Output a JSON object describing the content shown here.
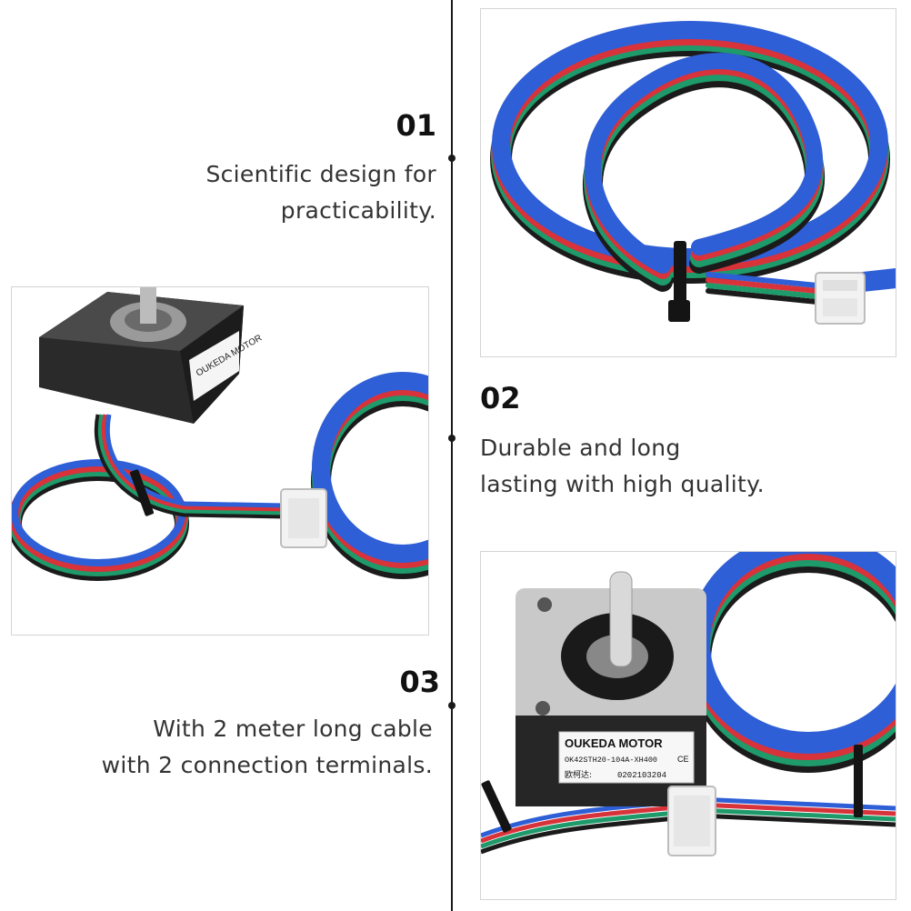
{
  "features": [
    {
      "number": "01",
      "text_line1": "Scientific design for",
      "text_line2": "practicability."
    },
    {
      "number": "02",
      "text_line1": "Durable and long",
      "text_line2": "lasting with high quality."
    },
    {
      "number": "03",
      "text_line1": "With 2 meter long cable",
      "text_line2": "with 2 connection terminals."
    }
  ],
  "motor_label": {
    "brand": "OUKEDA MOTOR",
    "model": "OK42STH20-104A-XH400",
    "ce_mark": "CE",
    "serial_prefix": "欧柯达:",
    "serial": "0202103204"
  },
  "colors": {
    "timeline": "#1a1a1a",
    "cable_blue": "#2f5fd6",
    "wire_red": "#d8323a",
    "wire_green": "#1f9a6a",
    "wire_black": "#1b1b1b",
    "connector": "#f2f2f2"
  }
}
